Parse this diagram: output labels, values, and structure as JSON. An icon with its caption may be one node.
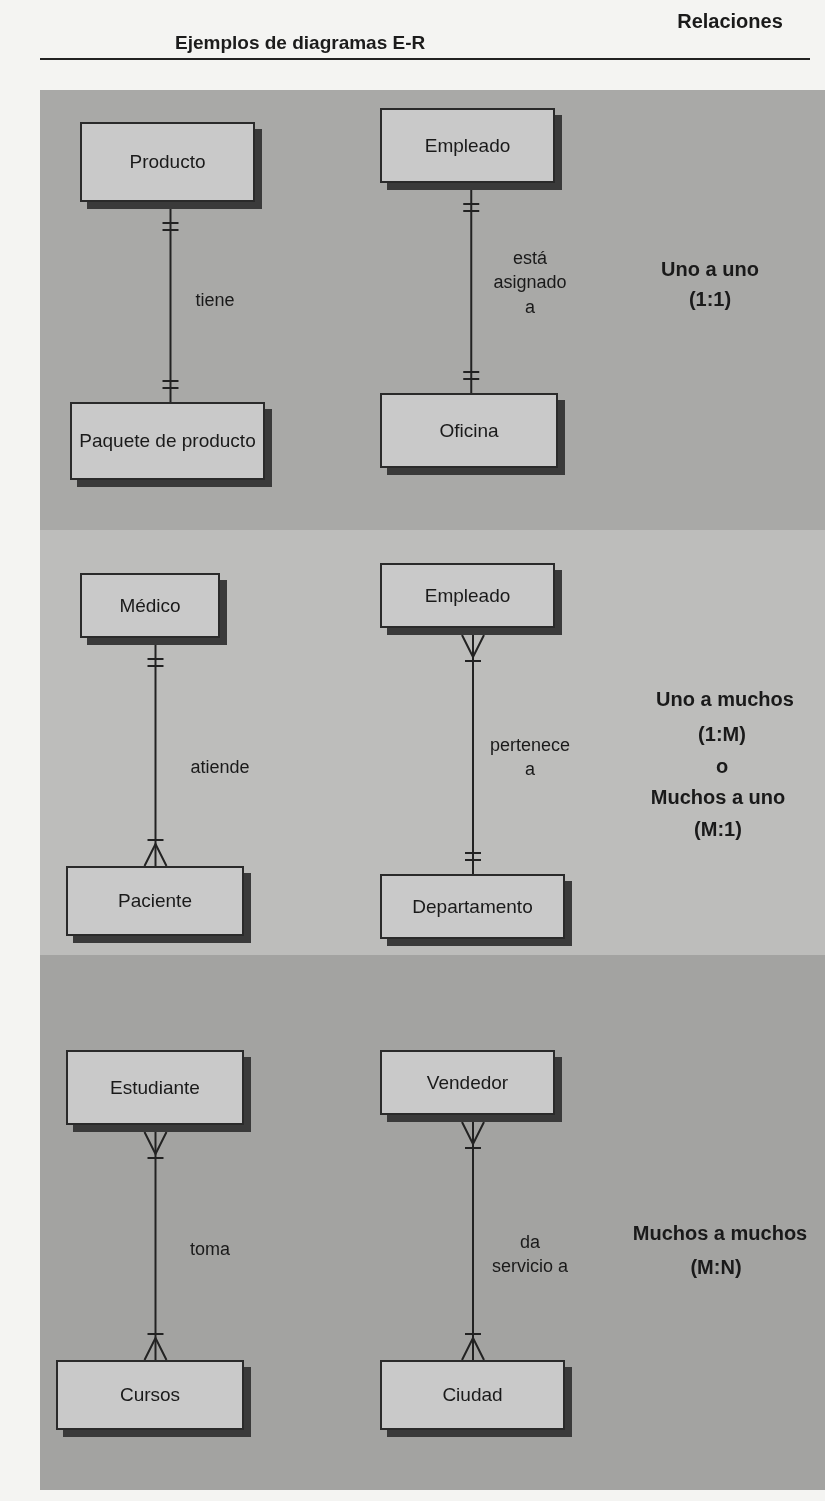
{
  "diagram": {
    "title": "Ejemplos de diagramas E-R",
    "nodes": [
      {
        "text": [
          "Producto"
        ]
      },
      {
        "text": [
          "Empleado"
        ]
      },
      {
        "text": [
          "Paquete de producto"
        ]
      },
      {
        "text": [
          "Oficina"
        ]
      },
      {
        "text": [
          "Médico"
        ]
      },
      {
        "text": [
          "Empleado"
        ]
      },
      {
        "text": [
          "Paciente"
        ]
      },
      {
        "text": [
          "Departamento"
        ]
      },
      {
        "text": [
          "Estudiante"
        ]
      },
      {
        "text": [
          "Vendedor"
        ]
      },
      {
        "text": [
          "Cursos"
        ]
      },
      {
        "text": [
          "Ciudad"
        ]
      }
    ],
    "edges": [
      {
        "from": 0,
        "to": 2,
        "arrow": "other",
        "label": "tiene"
      },
      {
        "from": 1,
        "to": 3,
        "arrow": "other",
        "label": "está asignado a"
      },
      {
        "from": 4,
        "to": 6,
        "arrow": "other",
        "label": "atiende"
      },
      {
        "from": 5,
        "to": 7,
        "arrow": "other",
        "label": "pertenece a"
      },
      {
        "from": 8,
        "to": 10,
        "arrow": "other",
        "label": "toma"
      },
      {
        "from": 9,
        "to": 11,
        "arrow": "other",
        "label": "da servicio a"
      }
    ],
    "labels": [
      "Relaciones",
      "Uno a uno",
      "(1:1)",
      "Uno a muchos",
      "(1:M)",
      "o",
      "Muchos a uno",
      "(M:1)",
      "Muchos a muchos",
      "(M:N)"
    ]
  }
}
